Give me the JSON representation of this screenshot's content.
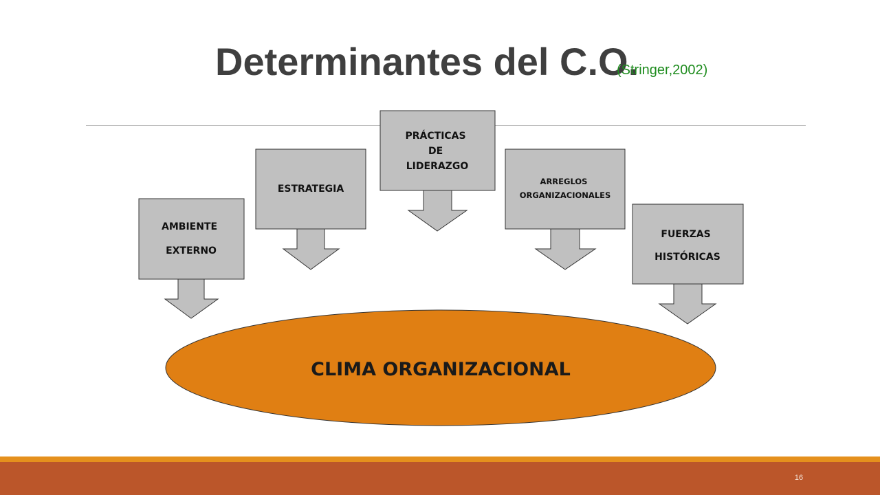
{
  "slide": {
    "title": "Determinantes del C.O.",
    "citation": "(Stringer,2002)",
    "page_number": "16"
  },
  "diagram": {
    "boxes": [
      {
        "id": "ambiente",
        "lines": [
          "AMBIENTE",
          "EXTERNO"
        ]
      },
      {
        "id": "estrategia",
        "lines": [
          "ESTRATEGIA"
        ]
      },
      {
        "id": "practicas",
        "lines": [
          "PRÁCTICAS",
          "DE",
          "LIDERAZGO"
        ]
      },
      {
        "id": "arreglos",
        "lines": [
          "ARREGLOS",
          "ORGANIZACIONALES"
        ]
      },
      {
        "id": "fuerzas",
        "lines": [
          "FUERZAS",
          "HISTÓRICAS"
        ]
      }
    ],
    "center_label": "CLIMA ORGANIZACIONAL"
  },
  "colors": {
    "title": "#3f3f3f",
    "citation": "#1e8c1e",
    "box_fill": "#c0c0c0",
    "ellipse_fill": "#e07f13",
    "footer_accent": "#e5901d",
    "footer_bar": "#bb562a"
  }
}
